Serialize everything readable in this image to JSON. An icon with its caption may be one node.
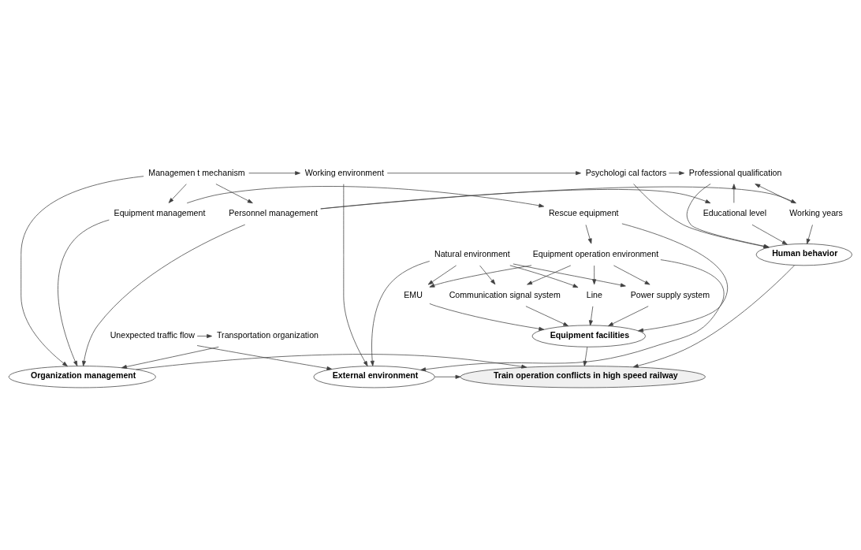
{
  "diagram": {
    "nodes": [
      {
        "text": [
          "EMU"
        ]
      },
      {
        "text": [
          "Communication signal system"
        ]
      },
      {
        "text": [
          "Line"
        ]
      },
      {
        "text": [
          "Power supply system"
        ]
      },
      {
        "text": [
          "Equipment operation environment"
        ]
      },
      {
        "text": [
          "Natural environment"
        ]
      },
      {
        "text": [
          "Equipment facilities"
        ]
      },
      {
        "text": [
          "Unexpected traffic flow"
        ]
      },
      {
        "text": [
          "Transportation organization"
        ]
      },
      {
        "text": [
          "External environment"
        ]
      },
      {
        "text": [
          "Train operation conflicts in high speed railway"
        ]
      },
      {
        "text": [
          "Organization management"
        ]
      },
      {
        "text": [
          "Rescue equipment"
        ]
      },
      {
        "text": [
          "Equipment management"
        ]
      },
      {
        "text": [
          "Human behavior"
        ]
      },
      {
        "text": [
          "Managemen t mechanism"
        ]
      },
      {
        "text": [
          "Working environment"
        ]
      },
      {
        "text": [
          "Psychologi cal factors"
        ]
      },
      {
        "text": [
          "Professional qualification"
        ]
      },
      {
        "text": [
          "Personnel management"
        ]
      },
      {
        "text": [
          "Working years"
        ]
      },
      {
        "text": [
          "Educational level"
        ]
      }
    ],
    "edges": [
      {
        "from": 4,
        "to": 0,
        "arrow": "to"
      },
      {
        "from": 4,
        "to": 1,
        "arrow": "to"
      },
      {
        "from": 4,
        "to": 2,
        "arrow": "to"
      },
      {
        "from": 4,
        "to": 3,
        "arrow": "to"
      },
      {
        "from": 5,
        "to": 0,
        "arrow": "to"
      },
      {
        "from": 5,
        "to": 1,
        "arrow": "to"
      },
      {
        "from": 5,
        "to": 2,
        "arrow": "to"
      },
      {
        "from": 5,
        "to": 3,
        "arrow": "to"
      },
      {
        "from": 0,
        "to": 6,
        "arrow": "to"
      },
      {
        "from": 1,
        "to": 6,
        "arrow": "to"
      },
      {
        "from": 2,
        "to": 6,
        "arrow": "to"
      },
      {
        "from": 3,
        "to": 6,
        "arrow": "to"
      },
      {
        "from": 4,
        "to": 9,
        "arrow": "to"
      },
      {
        "from": 5,
        "to": 9,
        "arrow": "to"
      },
      {
        "from": 6,
        "to": 10,
        "arrow": "to"
      },
      {
        "from": 7,
        "to": 9,
        "arrow": "to"
      },
      {
        "from": 7,
        "to": 8,
        "arrow": "to"
      },
      {
        "from": 8,
        "to": 11,
        "arrow": "to"
      },
      {
        "from": 9,
        "to": 10,
        "arrow": "to"
      },
      {
        "from": 11,
        "to": 10,
        "arrow": "to"
      },
      {
        "from": 12,
        "to": 6,
        "arrow": "to"
      },
      {
        "from": 12,
        "to": 4,
        "arrow": "to"
      },
      {
        "from": 13,
        "to": 12,
        "arrow": "to"
      },
      {
        "from": 13,
        "to": 11,
        "arrow": "to"
      },
      {
        "from": 15,
        "to": 13,
        "arrow": "to"
      },
      {
        "from": 16,
        "to": 9,
        "arrow": "to"
      },
      {
        "from": 14,
        "to": 10,
        "arrow": "to"
      },
      {
        "from": 15,
        "to": 16,
        "arrow": "to"
      },
      {
        "from": 15,
        "to": 19,
        "arrow": "to"
      },
      {
        "from": 15,
        "to": 11,
        "arrow": "to"
      },
      {
        "from": 19,
        "to": 11,
        "arrow": "to"
      },
      {
        "from": 16,
        "to": 17,
        "arrow": "to"
      },
      {
        "from": 17,
        "to": 14,
        "arrow": "to"
      },
      {
        "from": 17,
        "to": 18,
        "arrow": "to"
      },
      {
        "from": 18,
        "to": 14,
        "arrow": "to"
      },
      {
        "from": 19,
        "to": 20,
        "arrow": "to"
      },
      {
        "from": 19,
        "to": 21,
        "arrow": "to"
      },
      {
        "from": 20,
        "to": 18,
        "arrow": "to"
      },
      {
        "from": 20,
        "to": 14,
        "arrow": "to"
      },
      {
        "from": 21,
        "to": 14,
        "arrow": "to"
      },
      {
        "from": 21,
        "to": 18,
        "arrow": "to"
      }
    ]
  }
}
